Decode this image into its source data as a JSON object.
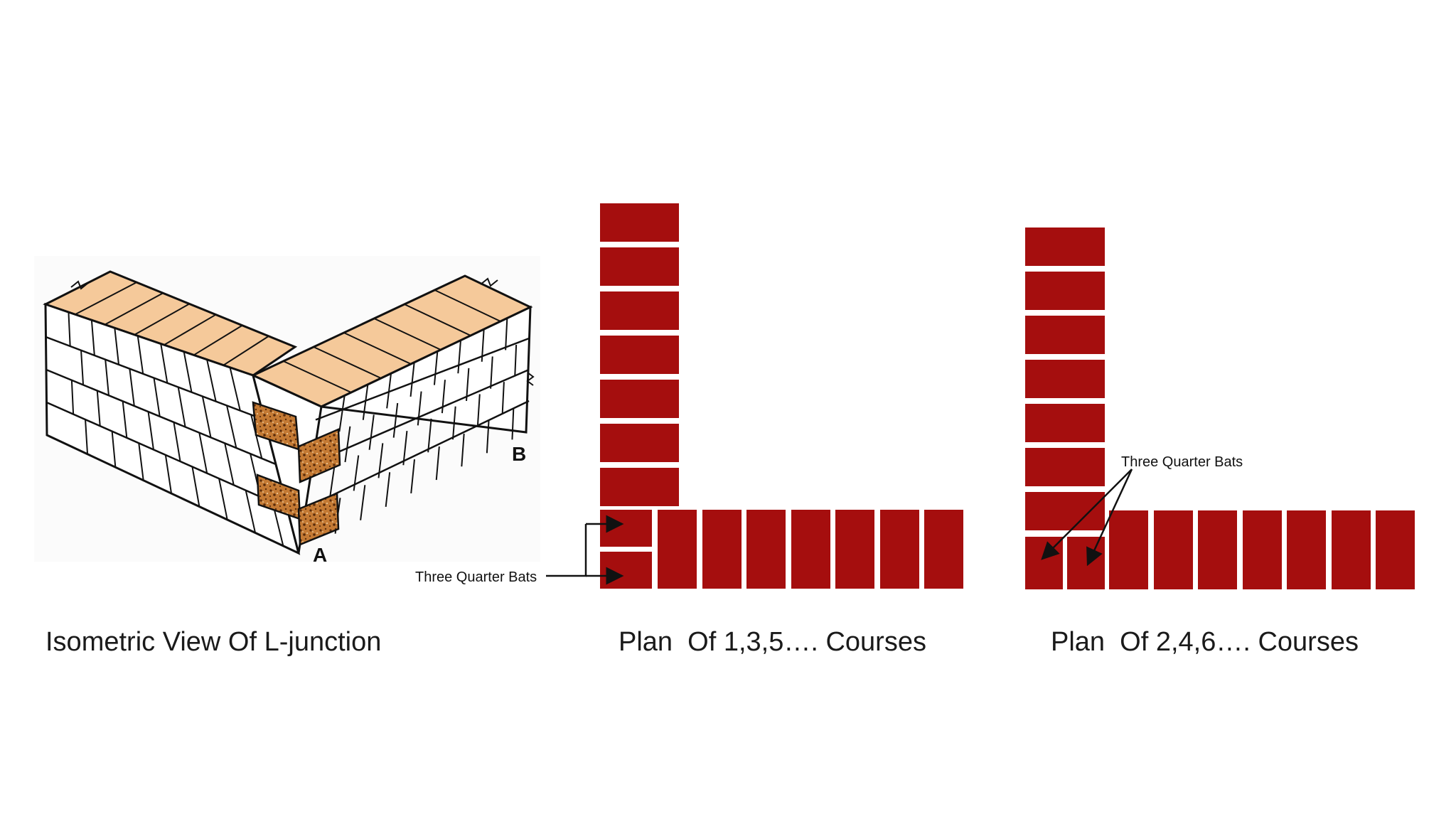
{
  "diagram": {
    "isometric_view": {
      "caption": "Isometric View Of L-junction",
      "point_a": "A",
      "point_b": "B"
    },
    "plan_odd": {
      "caption": "Plan  Of 1,3,5…. Courses",
      "callout": "Three Quarter Bats"
    },
    "plan_even": {
      "caption": "Plan  Of 2,4,6…. Courses",
      "callout": "Three Quarter Bats"
    }
  },
  "colors": {
    "brick": "#a50e0e",
    "brick_top": "#f5c99a",
    "quarter_bat": "#c47a34",
    "outline": "#111111",
    "background": "#ffffff"
  }
}
